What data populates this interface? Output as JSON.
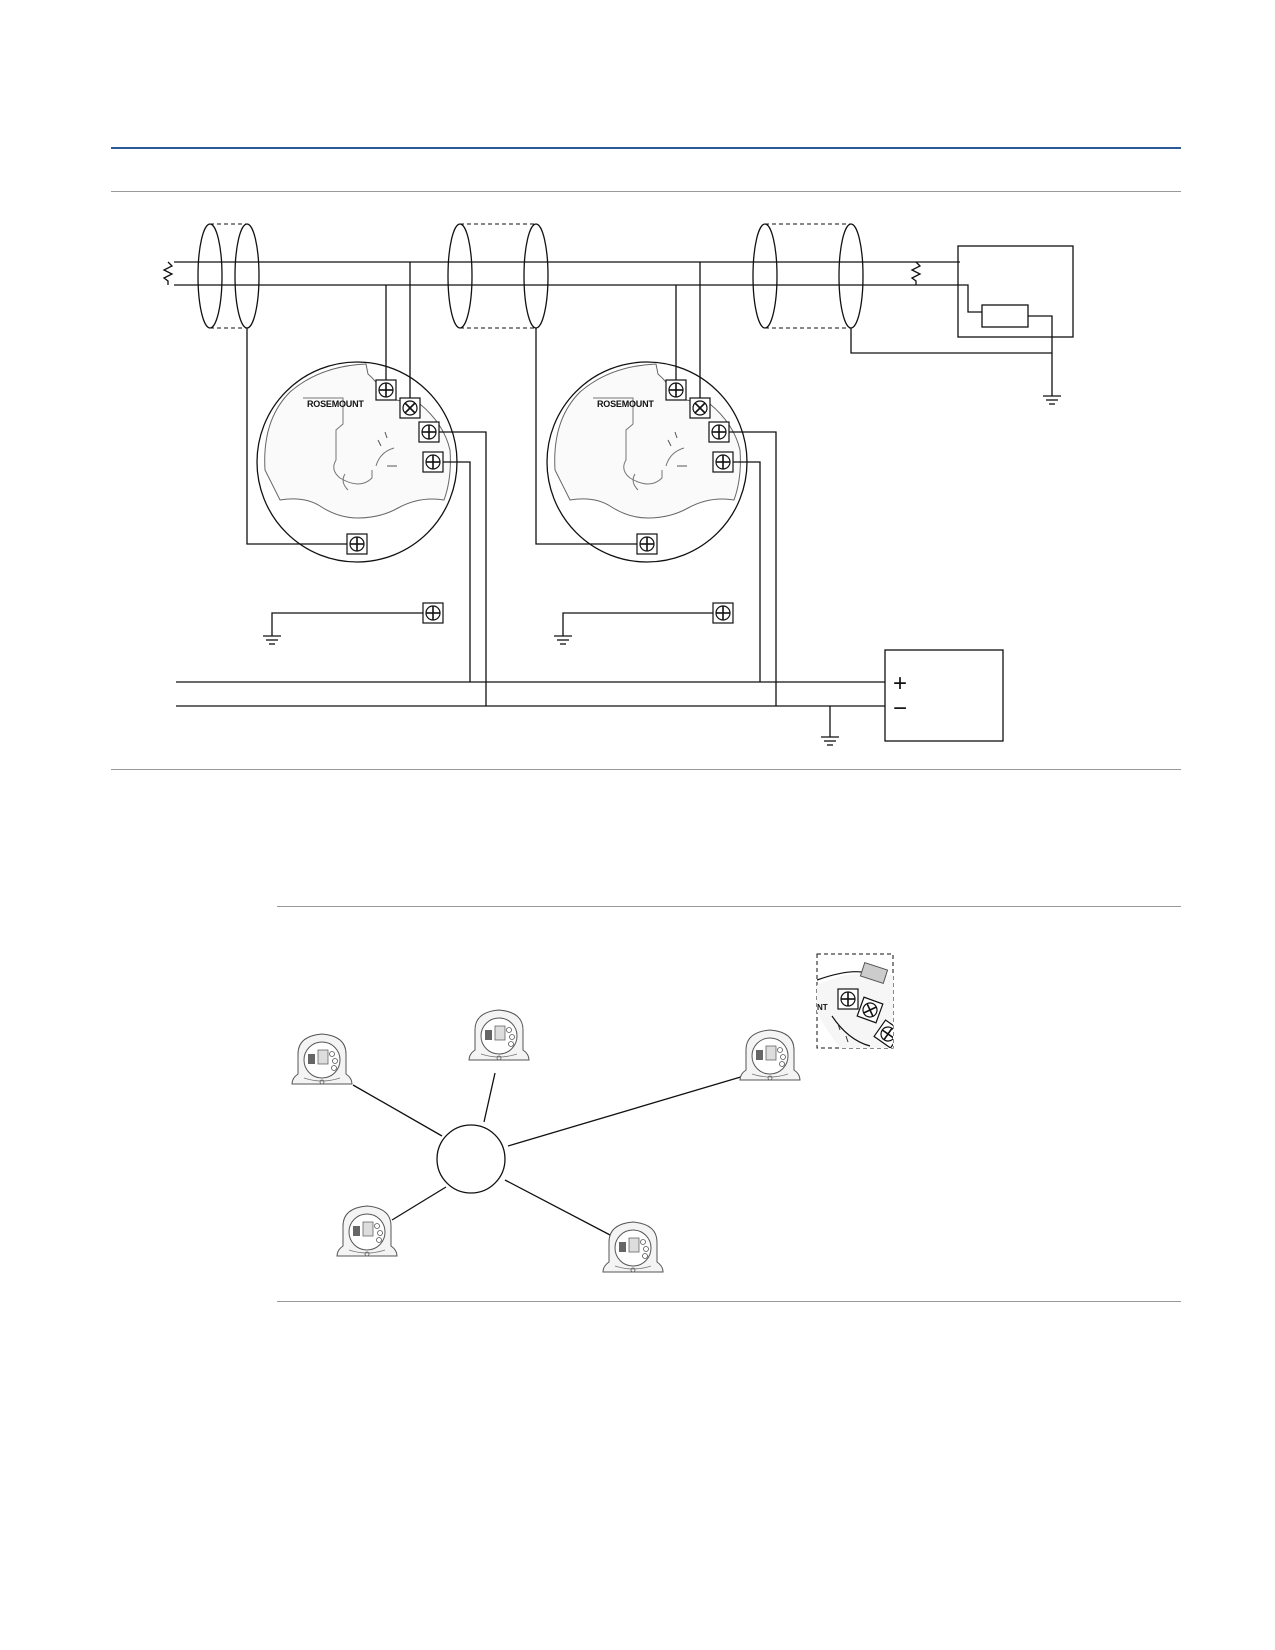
{
  "colors": {
    "accent_rule": "#2b5a9b",
    "divider": "#9a9a9a",
    "line": "#111111"
  },
  "wiring_diagram": {
    "transmitters": [
      {
        "brand": "ROSEMOUNT"
      },
      {
        "brand": "ROSEMOUNT"
      }
    ],
    "power_supply": {
      "plus": "+",
      "minus": "−"
    }
  },
  "star_diagram": {
    "detail_brand_fragment": "NT"
  }
}
